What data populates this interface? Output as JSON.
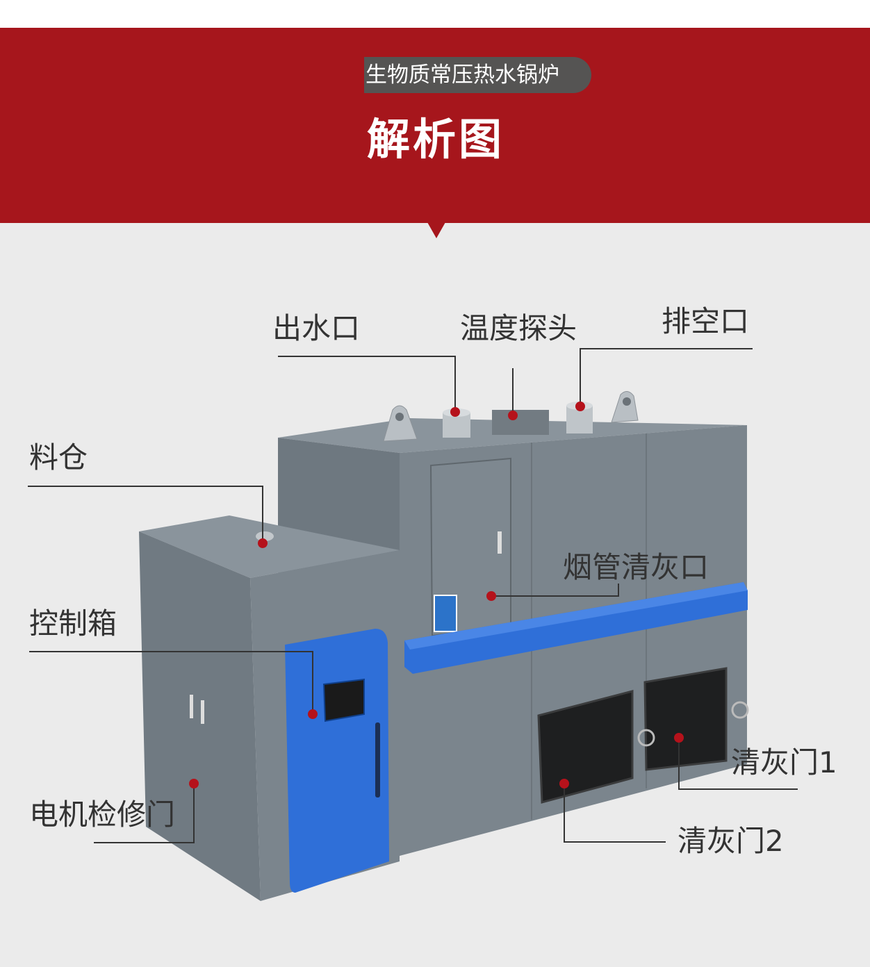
{
  "header": {
    "subtitle": "生物质常压热水锅炉",
    "title": "解析图"
  },
  "labels": {
    "water_outlet": "出水口",
    "temp_probe": "温度探头",
    "vent": "排空口",
    "hopper": "料仓",
    "flue_cleanout": "烟管清灰口",
    "control_box": "控制箱",
    "motor_door": "电机检修门",
    "ash_door_1": "清灰门1",
    "ash_door_2": "清灰门2"
  },
  "colors": {
    "banner": "#a6161c",
    "marker": "#b5121b",
    "accent_blue": "#2f6fd8"
  }
}
